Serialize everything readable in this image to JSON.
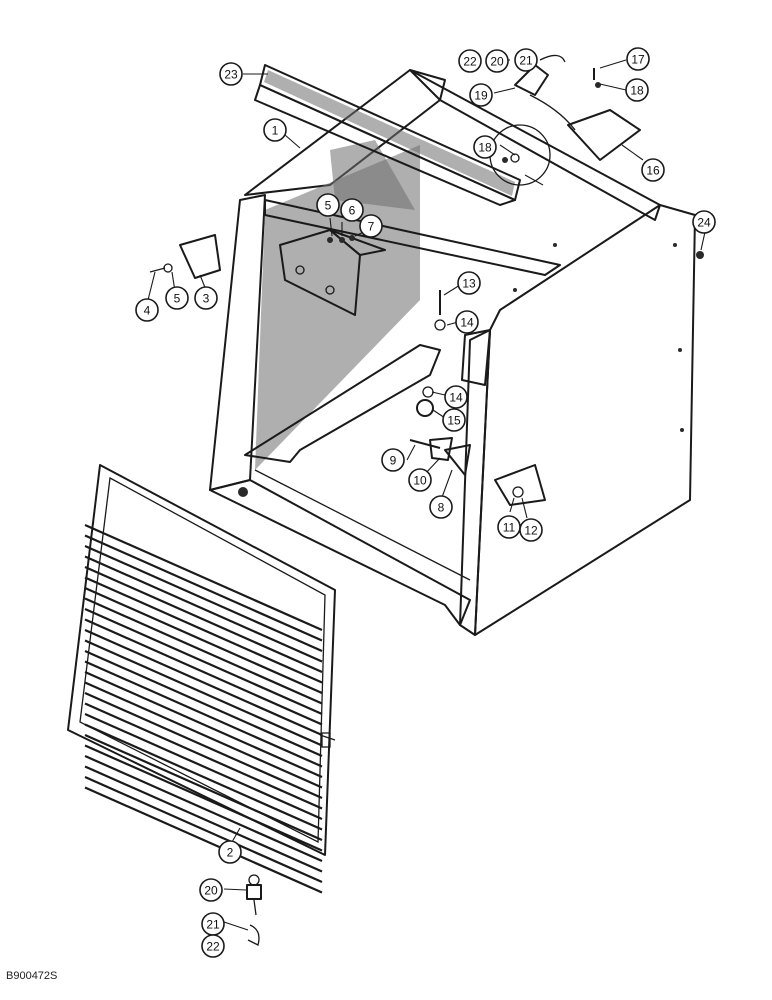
{
  "figure_code": "B900472S",
  "callouts": [
    "1",
    "2",
    "3",
    "4",
    "5",
    "5",
    "6",
    "7",
    "8",
    "9",
    "10",
    "11",
    "12",
    "13",
    "14",
    "14",
    "15",
    "16",
    "17",
    "18",
    "18",
    "19",
    "20",
    "20",
    "21",
    "21",
    "22",
    "22",
    "23",
    "24"
  ]
}
